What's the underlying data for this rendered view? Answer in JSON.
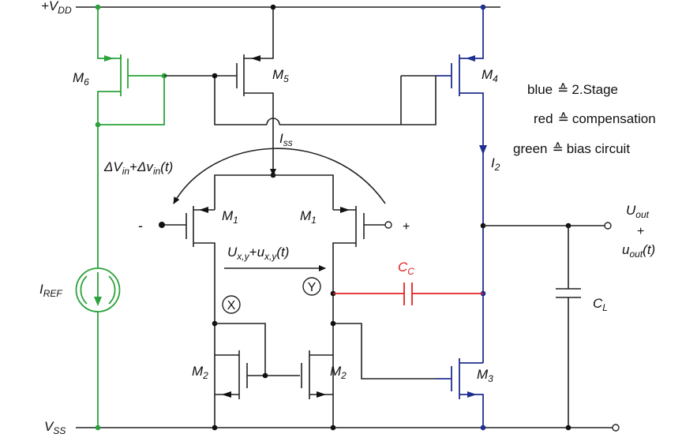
{
  "labels": {
    "vdd_main": "+V",
    "vdd_sub": "DD",
    "vss_main": "V",
    "vss_sub": "SS",
    "m6": "M",
    "m6_sub": "6",
    "m5": "M",
    "m5_sub": "5",
    "m4": "M",
    "m4_sub": "4",
    "m1_left": "M",
    "m1_left_sub": "1",
    "m1_right": "M",
    "m1_right_sub": "1",
    "m2_left": "M",
    "m2_left_sub": "2",
    "m2_right": "M",
    "m2_right_sub": "2",
    "m3": "M",
    "m3_sub": "3",
    "iss_main": "I",
    "iss_sub": "ss",
    "i2_main": "I",
    "i2_sub": "2",
    "iref_main": "I",
    "iref_sub": "REF",
    "cc_main": "C",
    "cc_sub": "C",
    "cl_main": "C",
    "cl_sub": "L",
    "minus": "-",
    "plus": "+",
    "node_x": "X",
    "node_y": "Y",
    "dv_a": "ΔV",
    "dv_a_sub": "in",
    "dv_plus": "+",
    "dv_b": "Δv",
    "dv_b_sub": "in",
    "dv_t": "(t)",
    "uxy_a": "U",
    "uxy_a_sub": "x,y",
    "uxy_plus": "+",
    "uxy_b": "u",
    "uxy_b_sub": "x,y",
    "uxy_t": "(t)",
    "uout_main": "U",
    "uout_sub": "out",
    "uout_plus": "+",
    "uout2_main": "u",
    "uout2_sub": "out",
    "uout2_t": "(t)"
  },
  "legend": [
    {
      "color_word": "blue",
      "symbol": "≙",
      "meaning": "2.Stage"
    },
    {
      "color_word": "red",
      "symbol": "≙",
      "meaning": "compensation"
    },
    {
      "color_word": "green",
      "symbol": "≙",
      "meaning": "bias circuit"
    }
  ],
  "colors": {
    "wire": "#222222",
    "stage2": "#1f2f8f",
    "compensation": "#e32222",
    "bias": "#2ba23a"
  }
}
